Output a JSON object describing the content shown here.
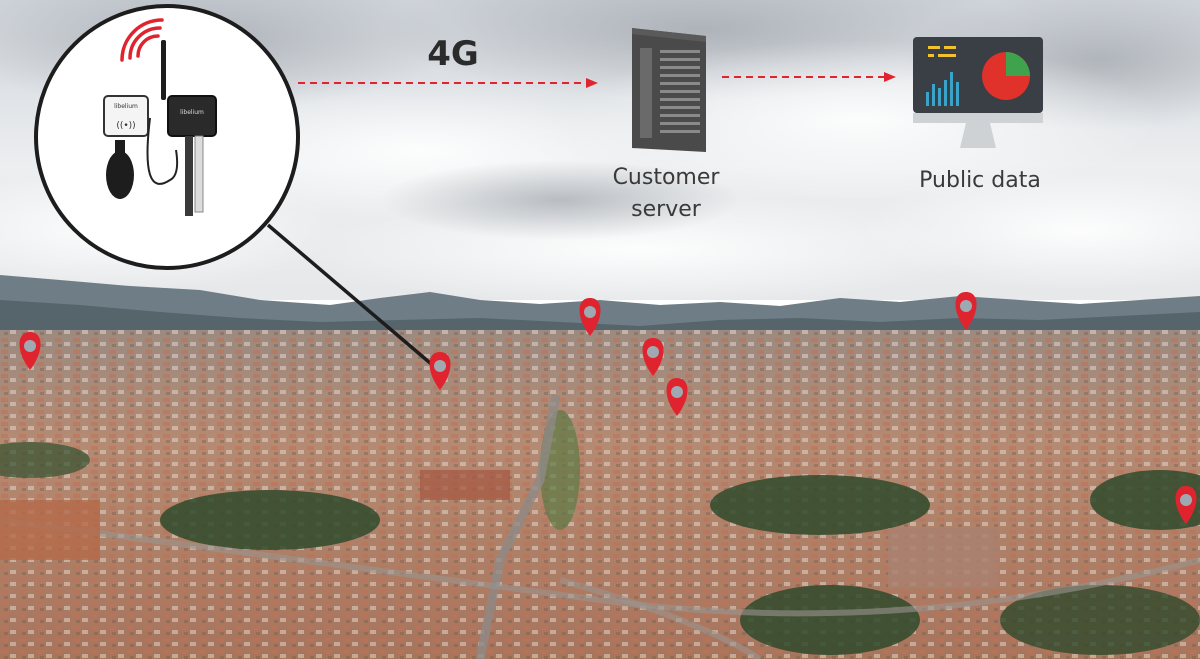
{
  "labels": {
    "network": "4G",
    "server_line1": "Customer",
    "server_line2": "server",
    "public": "Public data"
  },
  "device": {
    "left_unit_label": "libelium",
    "right_unit_label": "libelium"
  },
  "colors": {
    "sky_top": "#d9dde2",
    "sky_bottom": "#eef0f2",
    "mountain": "#5a6a72",
    "city": "#b3836c",
    "pin": "#e0242f",
    "arrow": "#e0242f",
    "server": "#4a4a4a",
    "monitor": "#3a3f45",
    "chart_green": "#3fa34d",
    "chart_red": "#e0312b",
    "chart_blue": "#39a3c9",
    "chart_yellow": "#f2c12e"
  },
  "icons": [
    "sensor-device-icon",
    "wifi-signal-icon",
    "server-icon",
    "monitor-dashboard-icon",
    "map-pin-icon"
  ]
}
